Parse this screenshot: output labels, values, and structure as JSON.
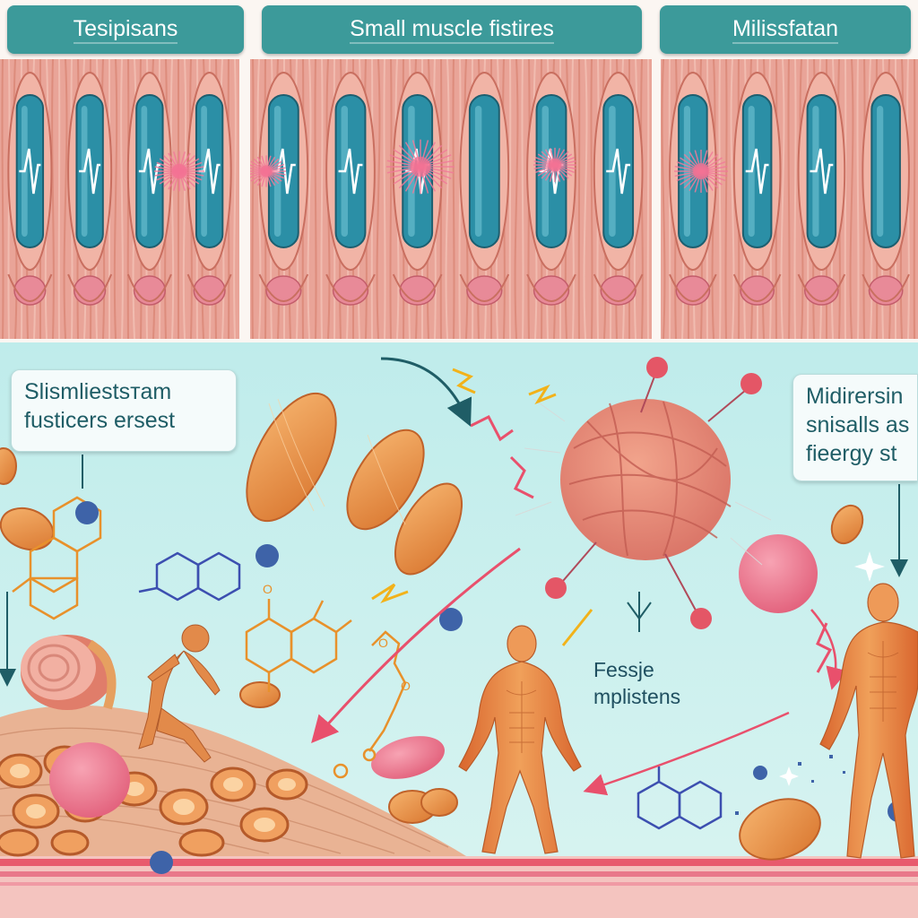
{
  "header": {
    "tabs": [
      {
        "label": "Tesipisans"
      },
      {
        "label": "Small muscle fistires"
      },
      {
        "label": "Milissfatan"
      }
    ]
  },
  "callouts": {
    "left": {
      "lines": [
        "Slismliestsтam",
        "fusticers ersest"
      ]
    },
    "right": {
      "lines": [
        "Midirersin",
        "snisalls as",
        "fieergy st"
      ]
    }
  },
  "center_label": {
    "lines": [
      "Fessje",
      "mplistens"
    ]
  },
  "colors": {
    "header_bg": "#3c9a9a",
    "panel_bg": "#e9a498",
    "capsule": "#2b8fa6",
    "scene_bg": "#c8efee",
    "muscle_body": "#e8884a",
    "pill": "#e8904a",
    "pink_ball": "#ec6f86",
    "arrow_red": "#e9506c",
    "arrow_dark": "#1f5d66"
  }
}
